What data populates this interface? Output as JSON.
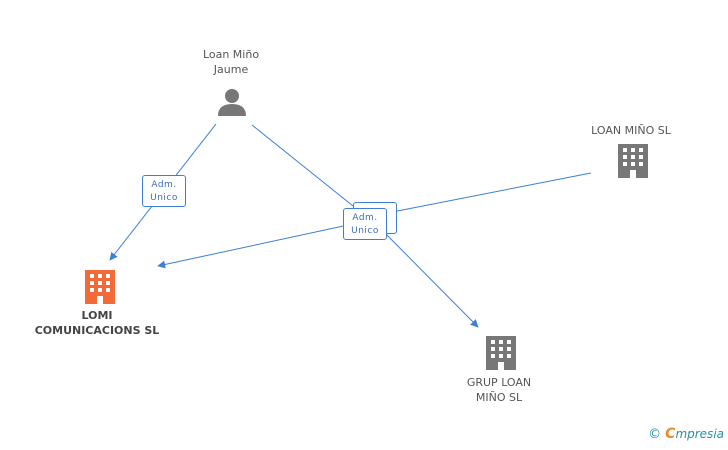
{
  "colors": {
    "edge": "#3d7fd6",
    "person_icon": "#777777",
    "company_icon": "#777777",
    "main_company_icon": "#f26a38"
  },
  "nodes": {
    "person": {
      "line1": "Loan Miño",
      "line2": "Jaume",
      "icon": "person-icon"
    },
    "loan_mino_sl": {
      "line1": "LOAN MIÑO  SL",
      "icon": "building-icon"
    },
    "lomi": {
      "line1": "LOMI",
      "line2": "COMUNICACIONS SL",
      "icon": "building-icon"
    },
    "grup_loan": {
      "line1": "GRUP LOAN",
      "line2": "MIÑO SL",
      "icon": "building-icon"
    }
  },
  "edge_labels": {
    "left": {
      "line1": "Adm.",
      "line2": "Unico"
    },
    "center": {
      "line1": "Adm.",
      "line2": "Unico"
    }
  },
  "watermark": {
    "copyright": "©",
    "brand_first": "C",
    "brand_rest": "mpresia"
  }
}
